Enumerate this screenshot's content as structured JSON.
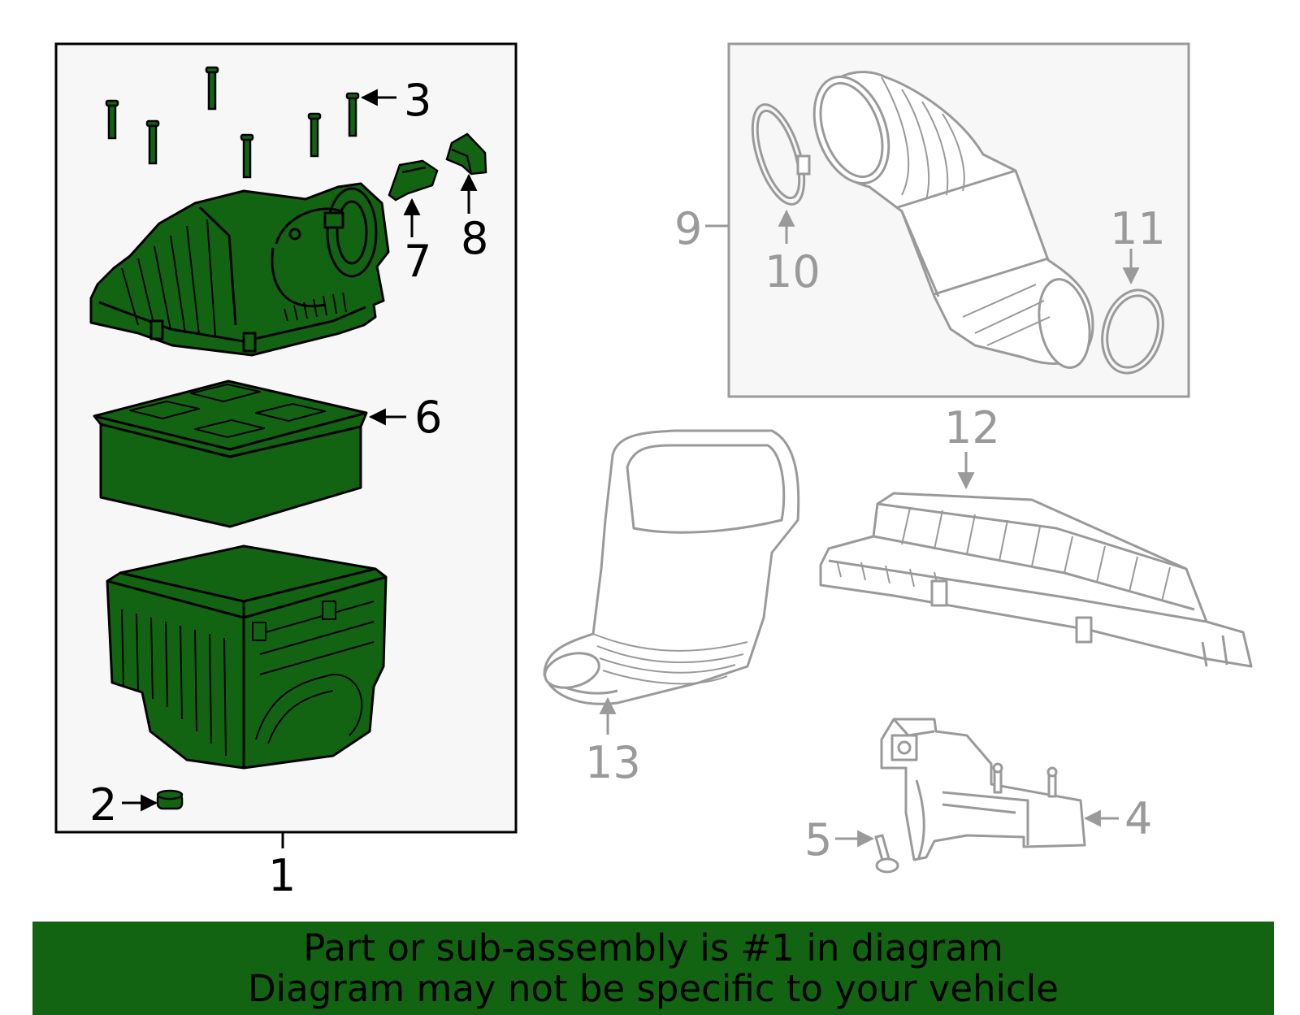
{
  "colors": {
    "highlight_fill": "#136412",
    "highlight_stroke": "#000000",
    "other_stroke": "#9a9a9a",
    "panel_bg": "#f7f7f7",
    "footer_bg": "#136412"
  },
  "callouts": {
    "c1": "1",
    "c2": "2",
    "c3": "3",
    "c4": "4",
    "c5": "5",
    "c6": "6",
    "c7": "7",
    "c8": "8",
    "c9": "9",
    "c10": "10",
    "c11": "11",
    "c12": "12",
    "c13": "13"
  },
  "footer": {
    "line1": "Part or sub-assembly is #1 in diagram",
    "line2": "Diagram may not be specific to your vehicle"
  }
}
